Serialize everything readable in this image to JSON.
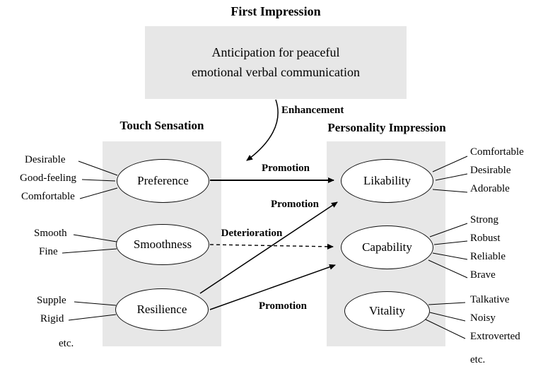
{
  "title": "First Impression",
  "first_impression_box": {
    "line1": "Anticipation for peaceful",
    "line2": "emotional verbal communication"
  },
  "touch_sensation": {
    "heading": "Touch Sensation",
    "nodes": [
      "Preference",
      "Smoothness",
      "Resilience"
    ],
    "adjectives": [
      "Desirable",
      "Good-feeling",
      "Comfortable",
      "Smooth",
      "Fine",
      "Supple",
      "Rigid"
    ],
    "etc": "etc."
  },
  "personality_impression": {
    "heading": "Personality Impression",
    "nodes": [
      "Likability",
      "Capability",
      "Vitality"
    ],
    "adjectives": [
      "Comfortable",
      "Desirable",
      "Adorable",
      "Strong",
      "Robust",
      "Reliable",
      "Brave",
      "Talkative",
      "Noisy",
      "Extroverted"
    ],
    "etc": "etc."
  },
  "edges": [
    {
      "from": "Preference",
      "to": "Likability",
      "label": "Promotion",
      "style": "solid"
    },
    {
      "from": "Smoothness",
      "to": "Capability",
      "label": "Deterioration",
      "style": "dashed"
    },
    {
      "from": "Resilience",
      "to": "Likability",
      "label": "Promotion",
      "style": "solid"
    },
    {
      "from": "Resilience",
      "to": "Capability",
      "label": "Promotion",
      "style": "solid"
    },
    {
      "from": "First Impression",
      "to": "Preference-Likability arrow",
      "label": "Enhancement",
      "style": "curved"
    }
  ],
  "colors": {
    "box_gray": "#e7e7e7",
    "line": "#000000"
  }
}
